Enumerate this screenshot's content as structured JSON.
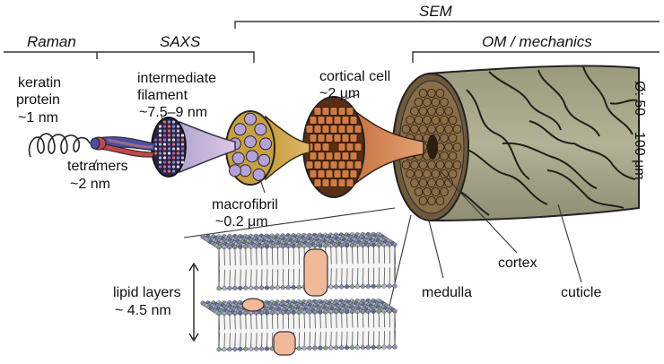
{
  "headers": {
    "raman": "Raman",
    "saxs": "SAXS",
    "sem": "SEM",
    "om_mechanics": "OM / mechanics"
  },
  "labels": {
    "keratin_line1": "keratin",
    "keratin_line2": "protein",
    "keratin_size": "~1 nm",
    "tetramers": "tetramers",
    "tetramers_size": "~2 nm",
    "filament_line1": "intermediate",
    "filament_line2": "filament",
    "filament_size": "~7.5–9 nm",
    "macrofibril": "macrofibril",
    "macrofibril_size": "~0.2 μm",
    "cortical_cell": "cortical cell",
    "cortical_size": "~2 μm",
    "diameter": "Ø: 50 – 100 μm",
    "lipid_line1": "lipid layers",
    "lipid_line2": "~ 4.5 nm",
    "medulla": "medulla",
    "cortex": "cortex",
    "cuticle": "cuticle"
  },
  "colors": {
    "hair_fill": "#a8a589",
    "cortex_orange": "#cf7b48",
    "filament_dark": "#2a2540",
    "macrofibril_purple": "#b3a3d4",
    "lipid_head": "#6a6f9c",
    "protein_blob": "#f2b89a"
  }
}
